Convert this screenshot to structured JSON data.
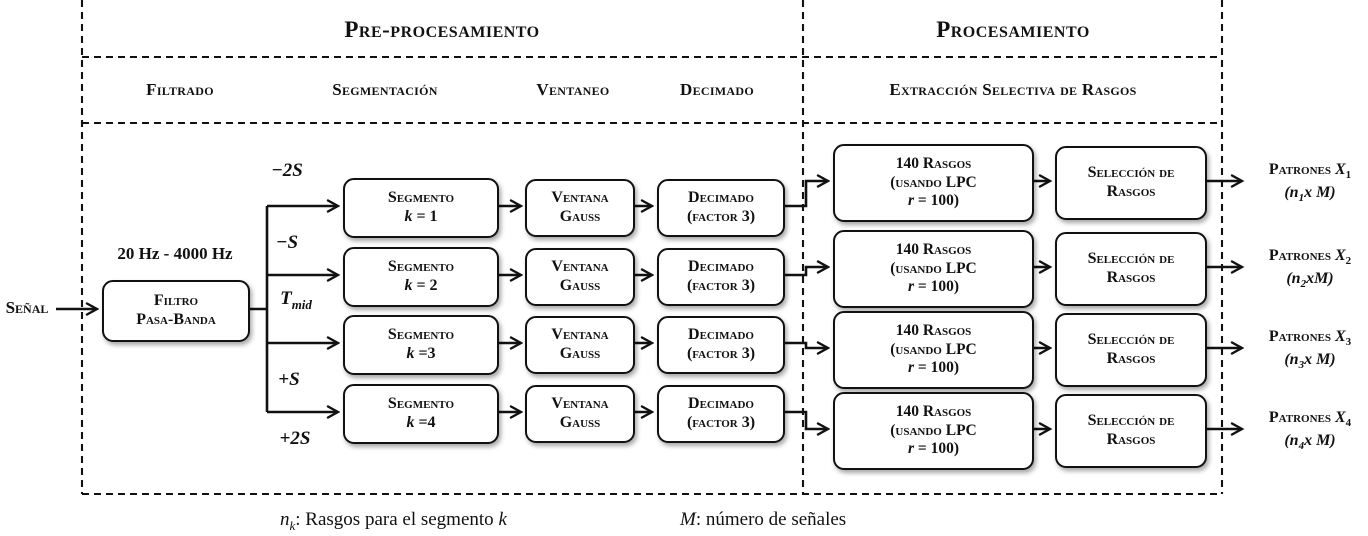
{
  "colors": {
    "ink": "#111111",
    "background": "#ffffff"
  },
  "headers": {
    "pre": "Pre-procesamiento",
    "pro": "Procesamiento",
    "filtrado": "Filtrado",
    "segmentacion": "Segmentación",
    "ventaneo": "Ventaneo",
    "decimado": "Decimado",
    "extraccion": "Extracción Selectiva de Rasgos"
  },
  "input": {
    "signal_label": "Señal",
    "filter_range": "20 Hz - 4000 Hz",
    "filter_line1": "Filtro",
    "filter_line2": "Pasa-Banda"
  },
  "branches": {
    "minus_2s": "−2S",
    "minus_s": "−S",
    "tmid_var": "T",
    "tmid_sub": "mid",
    "plus_s": "+S",
    "plus_2s": "+2S"
  },
  "rows": [
    {
      "segment_title": "Segmento",
      "segment_var": "k",
      "segment_eq": " = 1",
      "window_line1": "Ventana",
      "window_line2": "Gauss",
      "decimate_line1": "Decimado",
      "decimate_line2": "(factor 3)",
      "features_line1": "140 Rasgos",
      "features_line2": "(usando LPC",
      "features_var": "r",
      "features_eq": " = 100)",
      "selection_line1": "Selección de",
      "selection_line2": "Rasgos"
    },
    {
      "segment_title": "Segmento",
      "segment_var": "k",
      "segment_eq": " = 2",
      "window_line1": "Ventana",
      "window_line2": "Gauss",
      "decimate_line1": "Decimado",
      "decimate_line2": "(factor 3)",
      "features_line1": "140 Rasgos",
      "features_line2": "(usando LPC",
      "features_var": "r",
      "features_eq": " = 100)",
      "selection_line1": "Selección de",
      "selection_line2": "Rasgos"
    },
    {
      "segment_title": "Segmento",
      "segment_var": "k",
      "segment_eq": " =3",
      "window_line1": "Ventana",
      "window_line2": "Gauss",
      "decimate_line1": "Decimado",
      "decimate_line2": "(factor 3)",
      "features_line1": "140 Rasgos",
      "features_line2": "(usando LPC",
      "features_var": "r",
      "features_eq": " = 100)",
      "selection_line1": "Selección de",
      "selection_line2": "Rasgos"
    },
    {
      "segment_title": "Segmento",
      "segment_var": "k",
      "segment_eq": " =4",
      "window_line1": "Ventana",
      "window_line2": "Gauss",
      "decimate_line1": "Decimado",
      "decimate_line2": "(factor 3)",
      "features_line1": "140 Rasgos",
      "features_line2": "(usando LPC",
      "features_var": "r",
      "features_eq": " = 100)",
      "selection_line1": "Selección de",
      "selection_line2": "Rasgos"
    }
  ],
  "outputs": [
    {
      "title": "Patrones ",
      "var": "X",
      "var_sub": "1",
      "dims_pre": "(n",
      "dims_sub": "1",
      "dims_post": "x M)"
    },
    {
      "title": "Patrones ",
      "var": "X",
      "var_sub": "2",
      "dims_pre": "(n",
      "dims_sub": "2",
      "dims_post": "xM)"
    },
    {
      "title": "Patrones ",
      "var": "X",
      "var_sub": "3",
      "dims_pre": "(n",
      "dims_sub": "3",
      "dims_post": "x M)"
    },
    {
      "title": "Patrones ",
      "var": "X",
      "var_sub": "4",
      "dims_pre": "(n",
      "dims_sub": "4",
      "dims_post": "x M)"
    }
  ],
  "footnotes": {
    "n_var": "n",
    "n_sub": "k",
    "n_text": ": Rasgos para el segmento ",
    "n_tail": "k",
    "m_var": "M",
    "m_text": ": número de señales"
  }
}
